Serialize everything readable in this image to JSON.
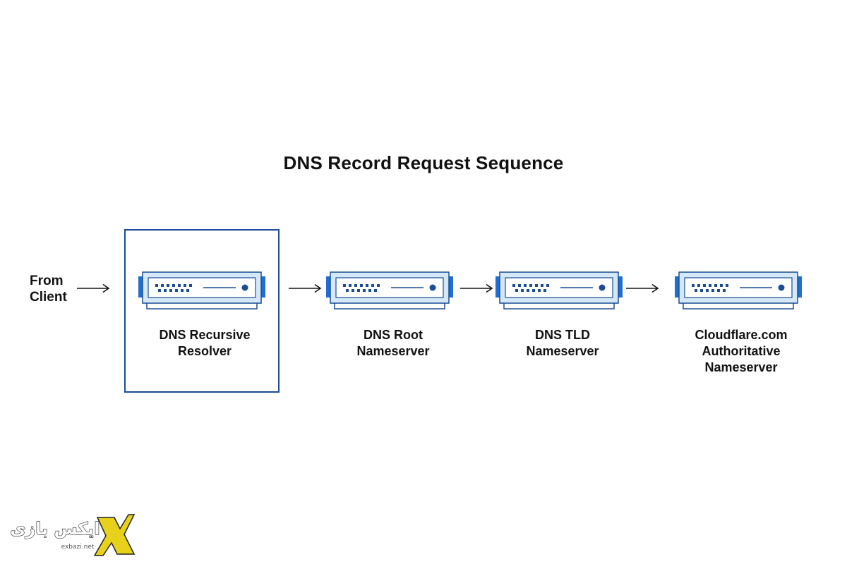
{
  "title": "DNS Record Request Sequence",
  "from_client": {
    "line1": "From",
    "line2": "Client"
  },
  "nodes": [
    {
      "id": "recursive-resolver",
      "lines": [
        "DNS Recursive",
        "Resolver"
      ],
      "highlighted": true
    },
    {
      "id": "root-nameserver",
      "lines": [
        "DNS Root",
        "Nameserver"
      ],
      "highlighted": false
    },
    {
      "id": "tld-nameserver",
      "lines": [
        "DNS TLD",
        "Nameserver"
      ],
      "highlighted": false
    },
    {
      "id": "authoritative-nameserver",
      "lines": [
        "Cloudflare.com",
        "Authoritative",
        "Nameserver"
      ],
      "highlighted": false
    }
  ],
  "colors": {
    "accent_dark": "#1a4d96",
    "accent_mid": "#1f6fd1",
    "server_fill": "#d4e8f7",
    "server_outline": "#1a4d96",
    "arrow": "#111111"
  },
  "watermark": {
    "logo_text": "ایکس بازی",
    "site": "exbazi.net",
    "mark": "X"
  }
}
